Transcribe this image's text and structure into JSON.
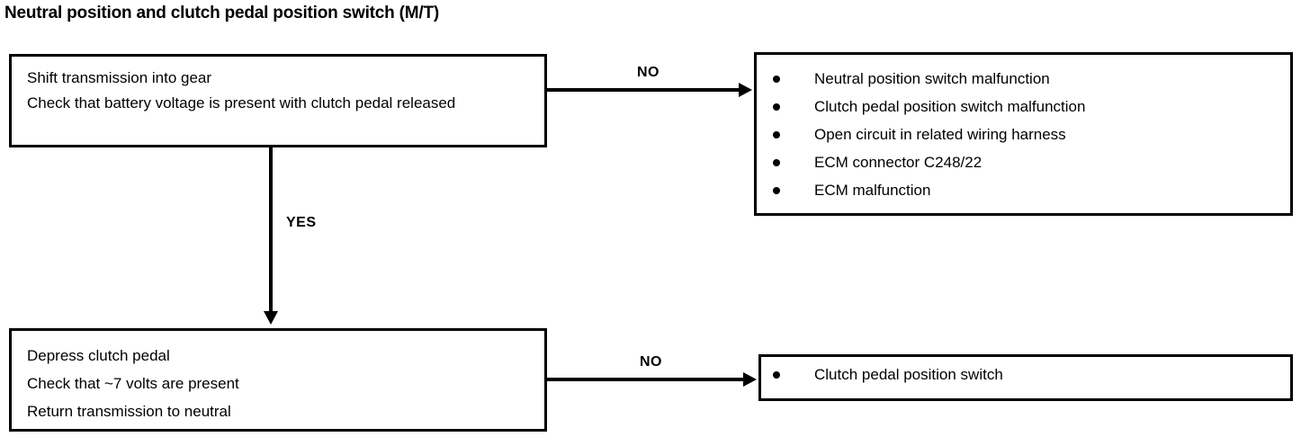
{
  "title": "Neutral position and clutch pedal position switch (M/T)",
  "colors": {
    "ink": "#000000",
    "paper": "#ffffff"
  },
  "nodes": {
    "step1": {
      "name": "shift-transmission-step",
      "lines": [
        "Shift transmission into gear",
        "Check that battery voltage is present with clutch pedal released"
      ]
    },
    "fault1": {
      "name": "first-fault-list",
      "items": [
        "Neutral position switch malfunction",
        "Clutch pedal position switch malfunction",
        "Open circuit in related wiring harness",
        "ECM connector C248/22",
        "ECM malfunction"
      ]
    },
    "step2": {
      "name": "depress-clutch-step",
      "lines": [
        "Depress clutch pedal",
        "Check that ~7 volts are present",
        "Return transmission to neutral"
      ]
    },
    "fault2": {
      "name": "second-fault-list",
      "items": [
        "Clutch pedal position switch"
      ]
    }
  },
  "edges": {
    "no_top": "NO",
    "yes_down": "YES",
    "no_bottom": "NO"
  }
}
